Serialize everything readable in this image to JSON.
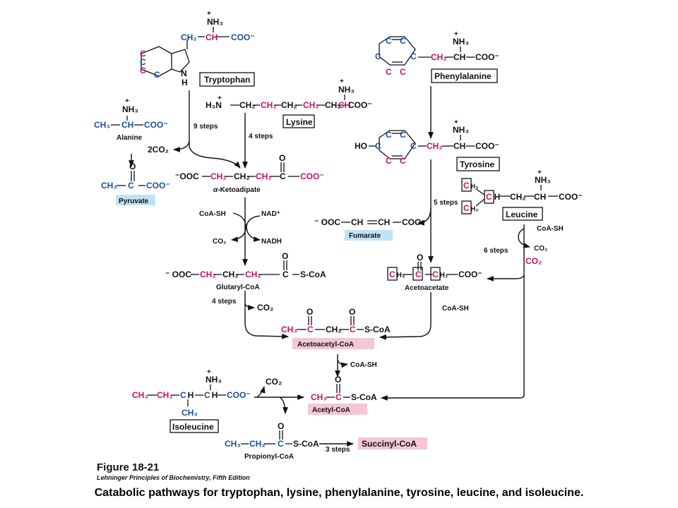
{
  "figure": {
    "label": "Figure 18-21",
    "source": "Lehninger Principles of Biochemistry, Fifth Edition",
    "caption": "Catabolic pathways for tryptophan, lysine, phenylalanine, tyrosine, leucine, and isoleucine."
  },
  "colors": {
    "carbon_blue": "#1f4e9c",
    "carbon_magenta": "#c4136b",
    "highlight_blue": "#bfe3f5",
    "highlight_pink": "#f4c6d6"
  },
  "compounds": {
    "tryptophan": "Tryptophan",
    "lysine": "Lysine",
    "phenylalanine": "Phenylalanine",
    "tyrosine": "Tyrosine",
    "leucine": "Leucine",
    "isoleucine": "Isoleucine",
    "alanine": "Alanine",
    "pyruvate": "Pyruvate",
    "ketoadipate_prefix": "α",
    "ketoadipate": "-Ketoadipate",
    "glutaryl_coa": "Glutaryl-CoA",
    "fumarate": "Fumarate",
    "acetoacetate": "Acetoacetate",
    "acetoacetyl_coa": "Acetoacetyl-CoA",
    "acetyl_coa": "Acetyl-CoA",
    "propionyl_coa": "Propionyl-CoA",
    "succinyl_coa": "Succinyl-CoA"
  },
  "steps": {
    "trp": "9 steps",
    "lys": "4 steps",
    "tyr": "5 steps",
    "leu": "6 steps",
    "glut": "4 steps",
    "prop": "3 steps"
  },
  "reagents": {
    "co2_2": "2CO₂",
    "coash": "CoA-SH",
    "nad": "NAD⁺",
    "co2": "CO₂",
    "nadh": "NADH",
    "ho": "HO"
  },
  "atoms": {
    "nh3": "NH₃",
    "h3n": "H₃N",
    "n": "N",
    "h": "H",
    "c": "C",
    "ch": "CH",
    "ch2": "CH₂",
    "ch3": "CH₃",
    "coo": "COO⁻",
    "ooc": "⁻OOC",
    "ooc_sp": "⁻ OOC",
    "o": "O",
    "scoa": "S-CoA",
    "plus": "+"
  }
}
